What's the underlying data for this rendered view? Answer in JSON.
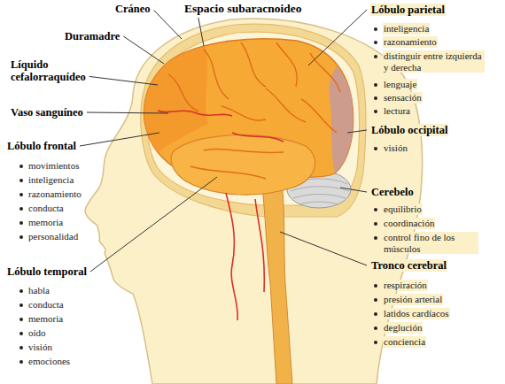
{
  "diagram": {
    "labels": [
      "Cráneo",
      "Espacio subaracnoideo",
      "Duramadre",
      "Líquido cefalorraquídeo",
      "Vaso sanguíneo",
      "Lóbulo frontal",
      "movimientos",
      "inteligencia",
      "razonamiento",
      "conducta",
      "memoria",
      "personalidad",
      "Lóbulo temporal",
      "habla",
      "conducta",
      "memoria",
      "oído",
      "visión",
      "emociones",
      "Lóbulo parietal",
      "inteligencia",
      "razonamiento",
      "distinguir entre izquierda y derecha",
      "lenguaje",
      "sensación",
      "lectura",
      "Lóbulo occipital",
      "visión",
      "Cerebelo",
      "equilibrio",
      "coordinación",
      "control fino de los músculos",
      "Tronco cerebral",
      "respiración",
      "presión arterial",
      "latidos cardíacos",
      "deglución",
      "conciencia"
    ]
  }
}
